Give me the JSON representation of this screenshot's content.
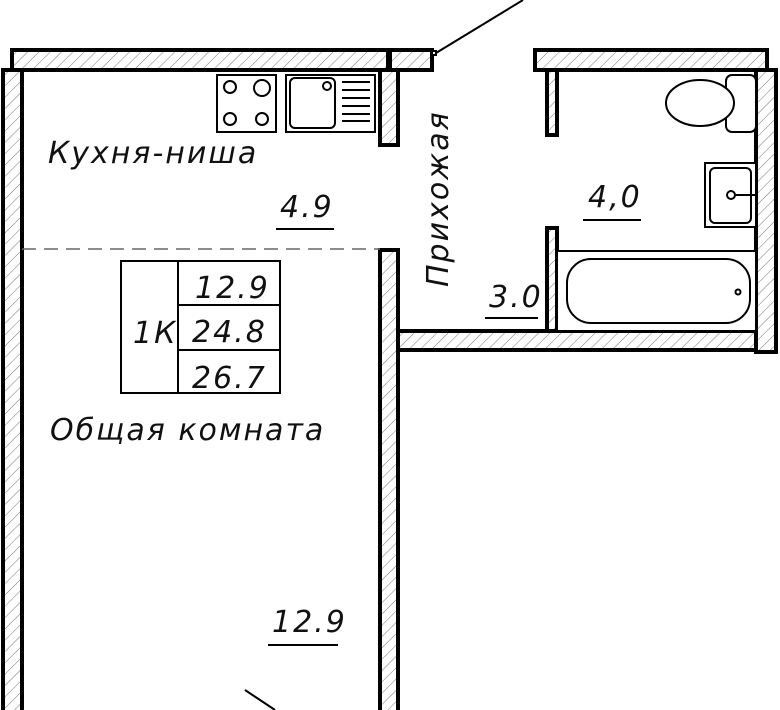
{
  "rooms": {
    "kitchen": {
      "name": "Кухня-ниша",
      "area": "4.9"
    },
    "living": {
      "name": "Общая комната",
      "area": "12.9"
    },
    "hall": {
      "name": "Прихожая",
      "area": "3.0"
    },
    "bathroom": {
      "area": "4,0"
    }
  },
  "summary": {
    "type": "1К",
    "living_area": "12.9",
    "total_area": "24.8",
    "total_with_extras": "26.7"
  }
}
